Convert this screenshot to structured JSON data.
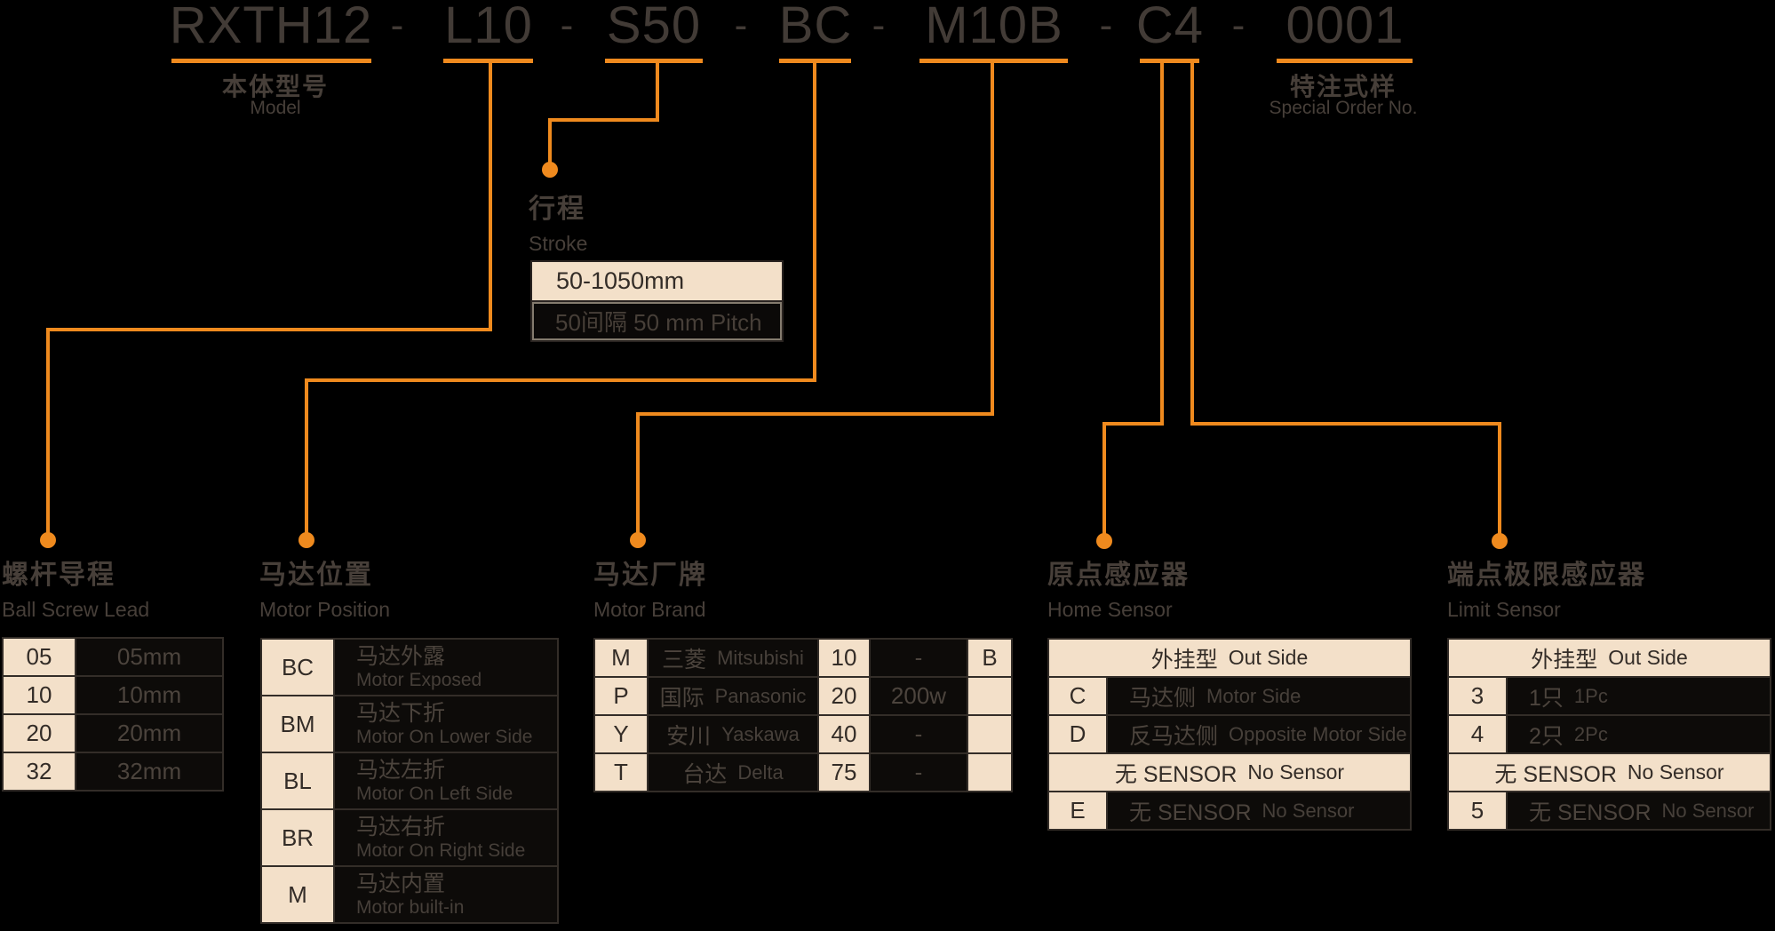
{
  "colors": {
    "accent": "#EF8A1E",
    "background": "#000000",
    "beige": "#F3E0C9",
    "text_dark": "#423B36"
  },
  "model": {
    "segments": [
      "RXTH12",
      "L10",
      "S50",
      "BC",
      "M10B",
      "C4",
      "0001"
    ],
    "separator": "-",
    "label_cn": "本体型号",
    "label_en": "Model",
    "special_cn": "特注式样",
    "special_en": "Special Order No."
  },
  "stroke": {
    "title_cn": "行程",
    "title_en": "Stroke",
    "range": "50-1050mm",
    "pitch": "50间隔 50 mm Pitch"
  },
  "ball_screw": {
    "title_cn": "螺杆导程",
    "title_en": "Ball Screw Lead",
    "rows": [
      {
        "code": "05",
        "value": "05mm"
      },
      {
        "code": "10",
        "value": "10mm"
      },
      {
        "code": "20",
        "value": "20mm"
      },
      {
        "code": "32",
        "value": "32mm"
      }
    ]
  },
  "motor_position": {
    "title_cn": "马达位置",
    "title_en": "Motor Position",
    "rows": [
      {
        "code": "BC",
        "cn": "马达外露",
        "en": "Motor Exposed"
      },
      {
        "code": "BM",
        "cn": "马达下折",
        "en": "Motor On Lower Side"
      },
      {
        "code": "BL",
        "cn": "马达左折",
        "en": "Motor On Left Side"
      },
      {
        "code": "BR",
        "cn": "马达右折",
        "en": "Motor On Right Side"
      },
      {
        "code": "M",
        "cn": "马达内置",
        "en": "Motor built-in"
      }
    ]
  },
  "motor_brand": {
    "title_cn": "马达厂牌",
    "title_en": "Motor Brand",
    "rows": [
      {
        "code": "M",
        "brand_cn": "三菱",
        "brand_en": "Mitsubishi",
        "watt_code": "10",
        "watt": "-",
        "suffix": "B"
      },
      {
        "code": "P",
        "brand_cn": "国际",
        "brand_en": "Panasonic",
        "watt_code": "20",
        "watt": "200w",
        "suffix": ""
      },
      {
        "code": "Y",
        "brand_cn": "安川",
        "brand_en": "Yaskawa",
        "watt_code": "40",
        "watt": "-",
        "suffix": ""
      },
      {
        "code": "T",
        "brand_cn": "台达",
        "brand_en": "Delta",
        "watt_code": "75",
        "watt": "-",
        "suffix": ""
      }
    ]
  },
  "home_sensor": {
    "title_cn": "原点感应器",
    "title_en": "Home Sensor",
    "header_cn": "外挂型",
    "header_en": "Out Side",
    "rows": [
      {
        "code": "C",
        "cn": "马达侧",
        "en": "Motor Side"
      },
      {
        "code": "D",
        "cn": "反马达侧",
        "en": "Opposite Motor Side"
      }
    ],
    "merged_cn": "无 SENSOR",
    "merged_en": "No Sensor",
    "last_row": {
      "code": "E",
      "cn": "无 SENSOR",
      "en": "No Sensor"
    }
  },
  "limit_sensor": {
    "title_cn": "端点极限感应器",
    "title_en": "Limit Sensor",
    "header_cn": "外挂型",
    "header_en": "Out Side",
    "rows": [
      {
        "code": "3",
        "cn": "1只",
        "en": "1Pc"
      },
      {
        "code": "4",
        "cn": "2只",
        "en": "2Pc"
      }
    ],
    "merged_cn": "无 SENSOR",
    "merged_en": "No Sensor",
    "last_row": {
      "code": "5",
      "cn": "无 SENSOR",
      "en": "No Sensor"
    }
  }
}
